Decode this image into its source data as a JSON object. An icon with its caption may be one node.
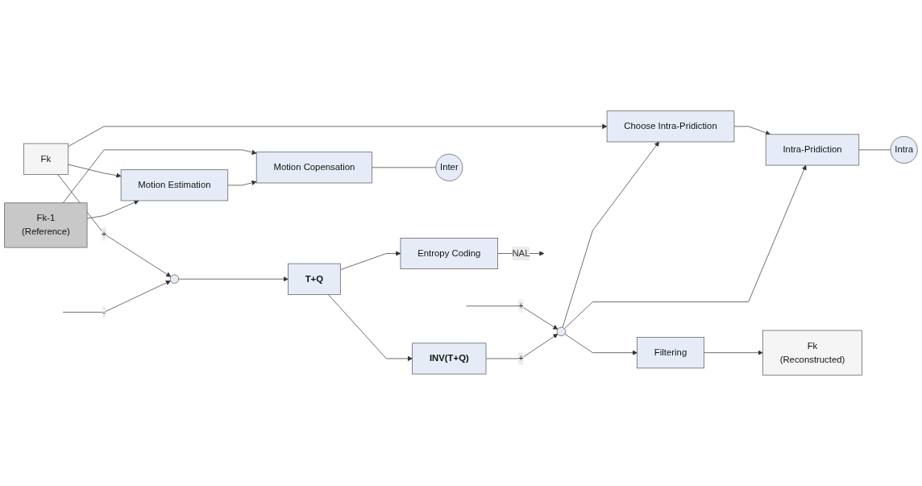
{
  "diagram": {
    "nodes": [
      {
        "text": [
          "Fk"
        ]
      },
      {
        "text": [],
        "shape": "circle"
      },
      {
        "text": [
          "T+Q"
        ]
      },
      {
        "text": [
          "Entropy Coding"
        ]
      },
      {
        "text": [
          "Motion Estimation"
        ]
      },
      {
        "text": [
          "Fk-1",
          "(Reference)"
        ]
      },
      {
        "text": [
          "Motion Copensation"
        ]
      },
      {
        "text": [
          "Inter"
        ]
      },
      {
        "text": [
          "Choose Intra-Pridiction"
        ]
      },
      {
        "text": [
          "Intra-Pridiction"
        ]
      },
      {
        "text": [
          "Intra"
        ]
      },
      {
        "text": [
          "Fk",
          "(Reconstructed)"
        ]
      },
      {
        "text": [
          "Filtering"
        ]
      },
      {
        "text": [],
        "shape": "circle"
      },
      {
        "text": [
          "INV(T+Q)"
        ]
      }
    ],
    "edges": [
      {
        "from": 0,
        "to": 1,
        "arrow": "to",
        "label": "+"
      },
      {
        "from": 1,
        "to": 2,
        "arrow": "to"
      },
      {
        "from": 2,
        "to": 3,
        "arrow": "to"
      },
      {
        "from": 3,
        "to": null,
        "arrow": "to",
        "label": "NAL"
      },
      {
        "from": 0,
        "to": 4,
        "arrow": "to"
      },
      {
        "from": 5,
        "to": 4,
        "arrow": "to"
      },
      {
        "from": 5,
        "to": 6,
        "arrow": "to"
      },
      {
        "from": 4,
        "to": 6,
        "arrow": "to"
      },
      {
        "from": 6,
        "to": 7,
        "arrow": "none"
      },
      {
        "from": 0,
        "to": 8,
        "arrow": "to"
      },
      {
        "from": 8,
        "to": 9,
        "arrow": "to"
      },
      {
        "from": 9,
        "to": 10,
        "arrow": "none"
      },
      {
        "from": null,
        "to": 1,
        "arrow": "to",
        "label": "-"
      },
      {
        "from": null,
        "to": 13,
        "arrow": "to",
        "label": "+"
      },
      {
        "from": 2,
        "to": 14,
        "arrow": "to"
      },
      {
        "from": 14,
        "to": 13,
        "arrow": "to",
        "label": "+"
      },
      {
        "from": 13,
        "to": 12,
        "arrow": "to"
      },
      {
        "from": 12,
        "to": 11,
        "arrow": "to"
      },
      {
        "from": 13,
        "to": 9,
        "arrow": "to"
      },
      {
        "from": 13,
        "to": 8,
        "arrow": "to"
      }
    ]
  }
}
